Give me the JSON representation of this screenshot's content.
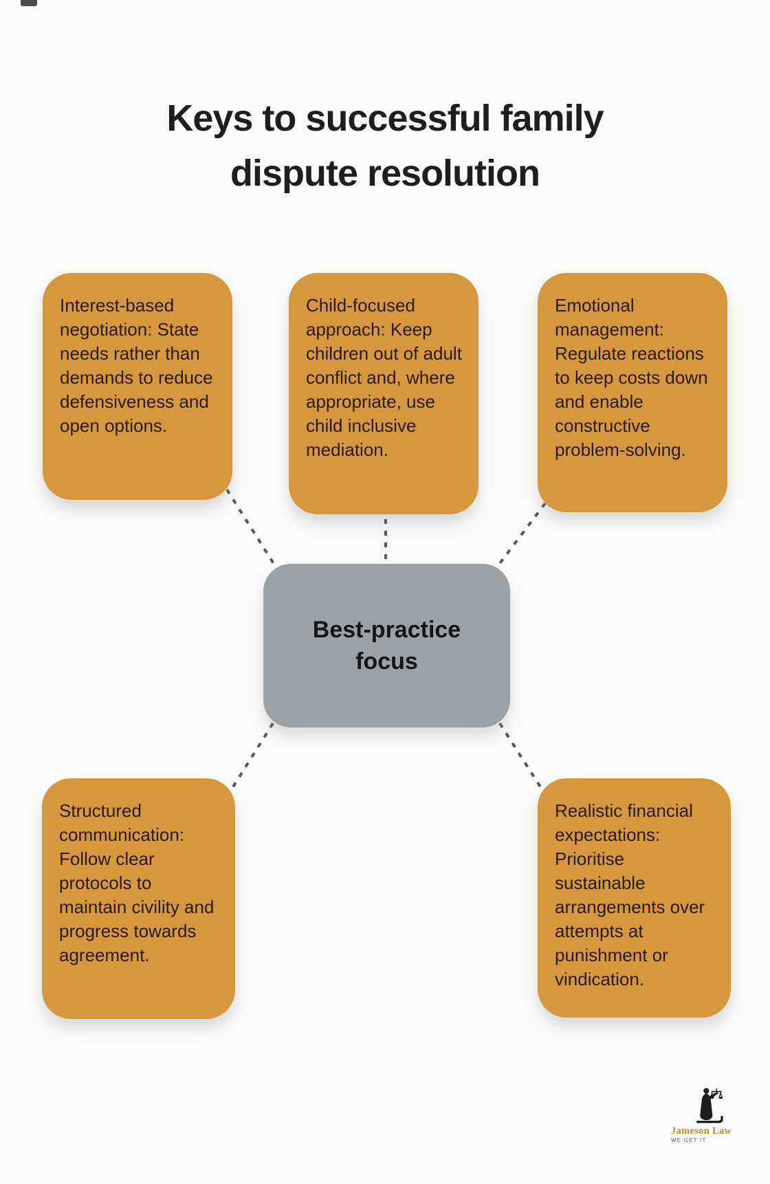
{
  "title": "Keys to successful family dispute resolution",
  "colors": {
    "node_fill": "#d7983d",
    "center_fill": "#9ca1a5",
    "node_text": "#2b1a10",
    "title_text": "#1e1e1c",
    "connector": "#56575a",
    "logo_gold": "#c08c2c",
    "logo_tagline_gray": "#5e5e5e",
    "background": "#fcfcfc"
  },
  "diagram": {
    "center_label": "Best-practice focus",
    "nodes": [
      {
        "name": "interest-based-negotiation",
        "text": "Interest-based negotiation: State needs rather than demands to reduce defensiveness and open options."
      },
      {
        "name": "child-focused-approach",
        "text": "Child-focused approach: Keep children out of adult conflict and, where appropriate, use child inclusive mediation."
      },
      {
        "name": "emotional-management",
        "text": "Emotional management: Regulate reactions to keep costs down and enable constructive problem-solving."
      },
      {
        "name": "structured-communication",
        "text": "Structured communication: Follow clear protocols to maintain civility and progress towards agreement."
      },
      {
        "name": "realistic-financial-expectations",
        "text": "Realistic financial expectations: Prioritise sustainable arrangements over attempts at punishment or vindication."
      }
    ]
  },
  "logo": {
    "brand": "Jameson Law",
    "tagline": "WE GET IT",
    "icon": "lady-justice-scales-icon"
  }
}
